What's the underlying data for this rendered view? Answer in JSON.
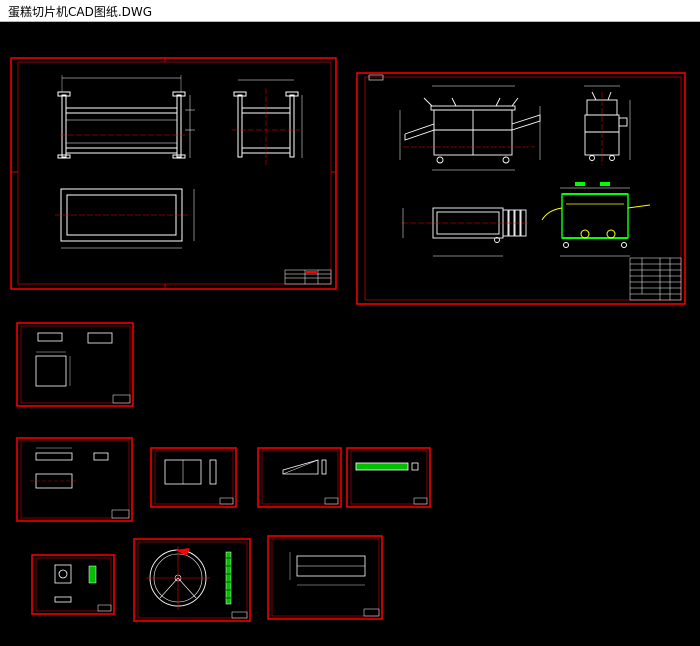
{
  "window": {
    "title": "蛋糕切片机CAD图纸.DWG"
  },
  "colors": {
    "background": "#000000",
    "frame": "#ff0000",
    "linework": "#ffffff",
    "dimension": "#00ffff",
    "highlight": "#00ff00",
    "accent": "#ffff00"
  },
  "drawing": {
    "sheets": [
      {
        "name": "frame-assembly-sheet"
      },
      {
        "name": "machine-assembly-sheet"
      },
      {
        "name": "part-sheet-1"
      },
      {
        "name": "part-sheet-2"
      },
      {
        "name": "part-sheet-3"
      },
      {
        "name": "part-sheet-4"
      },
      {
        "name": "part-sheet-5"
      },
      {
        "name": "part-sheet-6"
      },
      {
        "name": "blade-disc-sheet"
      },
      {
        "name": "part-sheet-7"
      }
    ]
  }
}
